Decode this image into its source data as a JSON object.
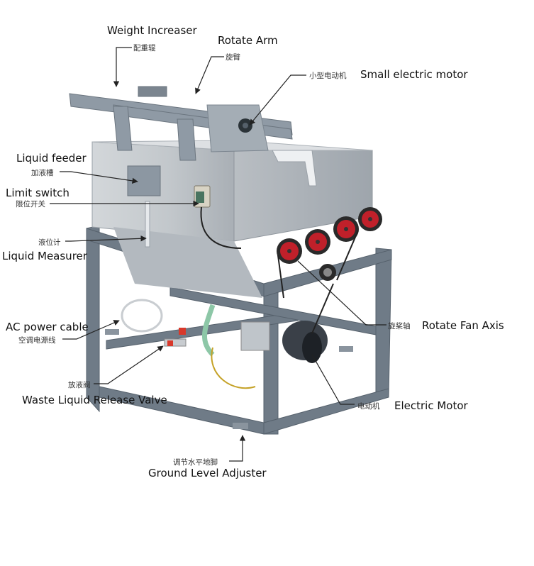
{
  "diagram": {
    "subject": "Mechanical stirring liquid machine with labeled components",
    "labels": [
      {
        "id": "weight-increaser",
        "en": "Weight Increaser",
        "zh": "配重辊"
      },
      {
        "id": "rotate-arm",
        "en": "Rotate Arm",
        "zh": "旋臂"
      },
      {
        "id": "small-electric-motor",
        "en": "Small electric motor",
        "zh": "小型电动机"
      },
      {
        "id": "liquid-feeder",
        "en": "Liquid feeder",
        "zh": "加液槽"
      },
      {
        "id": "limit-switch",
        "en": "Limit switch",
        "zh": "限位开关"
      },
      {
        "id": "liquid-measurer",
        "en": "Liquid Measurer",
        "zh": "液位计"
      },
      {
        "id": "ac-power-cable",
        "en": "AC power cable",
        "zh": "空调电源线"
      },
      {
        "id": "waste-liquid-release-valve",
        "en": "Waste Liquid Release Valve",
        "zh": "放液阀"
      },
      {
        "id": "rotate-fan-axis",
        "en": "Rotate Fan Axis",
        "zh": "旋桨轴"
      },
      {
        "id": "electric-motor",
        "en": "Electric Motor",
        "zh": "电动机"
      },
      {
        "id": "ground-level-adjuster",
        "en": "Ground Level Adjuster",
        "zh": "调节水平地脚"
      }
    ],
    "colors": {
      "frame": "#6f7b87",
      "tank": "#c4c9cd",
      "tank_shadow": "#9aa1a8",
      "pulley_red": "#c0202a",
      "leader_line": "#222222"
    }
  }
}
